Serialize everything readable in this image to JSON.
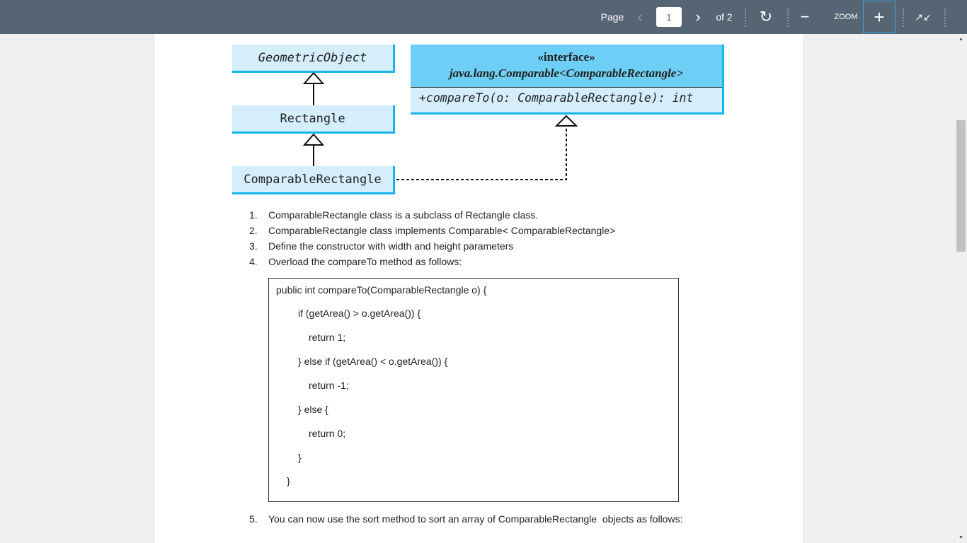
{
  "toolbar": {
    "page_label": "Page",
    "page_value": "1",
    "of_label": "of 2",
    "zoom_label": "ZOOM"
  },
  "diagram": {
    "geometric_object": "GeometricObject",
    "rectangle": "Rectangle",
    "comparable_rectangle": "ComparableRectangle",
    "interface_stereotype": "«interface»",
    "interface_name": "java.lang.Comparable<ComparableRectangle>",
    "interface_method": "+compareTo(o: ComparableRectangle): int",
    "colors": {
      "box_fill": "#d4eefb",
      "header_fill": "#6dcff5",
      "border": "#15b4ea"
    }
  },
  "list": [
    {
      "num": "1.",
      "text": "ComparableRectangle class is a subclass of Rectangle class."
    },
    {
      "num": "2.",
      "text": "ComparableRectangle class implements Comparable< ComparableRectangle>"
    },
    {
      "num": "3.",
      "text": "Define the constructor with width and height parameters"
    },
    {
      "num": "4.",
      "text": "Overload the compareTo method as follows:"
    },
    {
      "num": "5.",
      "text": "You can now use the sort method to sort an array of ComparableRectangle  objects as follows:"
    }
  ],
  "code": [
    "public int compareTo(ComparableRectangle o) {",
    "if (getArea() > o.getArea()) {",
    "return 1;",
    "} else if (getArea() < o.getArea()) {",
    "return -1;",
    "} else {",
    "return 0;",
    "}",
    "}"
  ]
}
